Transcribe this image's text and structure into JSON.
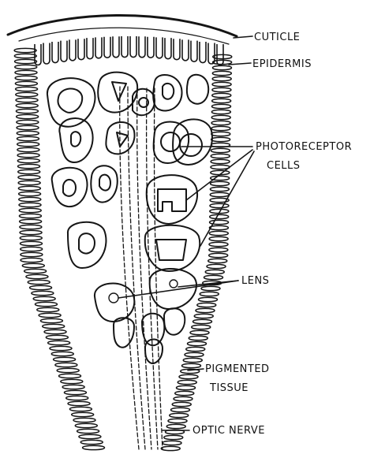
{
  "labels": {
    "cuticle": "CUTICLE",
    "epidermis": "EPIDERMIS",
    "photoreceptor_line1": "PHOTORECEPTOR",
    "photoreceptor_line2": "CELLS",
    "lens": "LENS",
    "pigmented_line1": "PIGMENTED",
    "pigmented_line2": "TISSUE",
    "optic_nerve": "OPTIC NERVE"
  },
  "colors": {
    "ink": "#151515",
    "background": "#ffffff"
  }
}
